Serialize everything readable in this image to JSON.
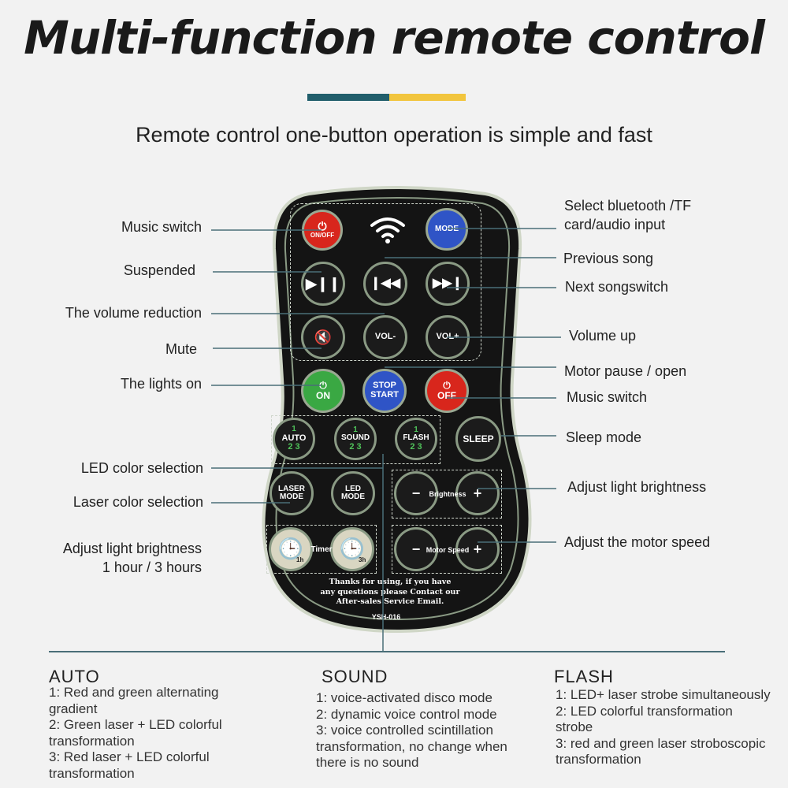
{
  "title": "Multi-function remote control",
  "subtitle": "Remote control one-button operation is simple and fast",
  "colors": {
    "accent_teal": "#215e6b",
    "accent_yellow": "#f2c53d",
    "red": "#d8261c",
    "blue": "#2f54c6",
    "green": "#3aa843"
  },
  "labels": {
    "music_switch_left": "Music switch",
    "suspended": "Suspended",
    "volume_reduction": "The volume reduction",
    "mute": "Mute",
    "lights_on": "The lights on",
    "led_color_selection": "LED color selection",
    "laser_color_selection": "Laser color selection",
    "adjust_light_timer_1": "Adjust light brightness",
    "adjust_light_timer_2": "1 hour / 3 hours",
    "select_bluetooth_1": "Select bluetooth /TF",
    "select_bluetooth_2": "card/audio input",
    "previous_song": "Previous song",
    "next_song": "Next songswitch",
    "volume_up": "Volume up",
    "motor_pause": "Motor pause / open",
    "music_switch_right": "Music switch",
    "sleep_mode": "Sleep mode",
    "adjust_brightness": "Adjust light brightness",
    "adjust_motor": "Adjust the motor speed"
  },
  "remote": {
    "on_off_label": "ON/OFF",
    "mode_label": "MODE",
    "vol_down": "VOL-",
    "vol_up": "VOL+",
    "on": "ON",
    "stop": "STOP",
    "start": "START",
    "off": "OFF",
    "auto": "AUTO",
    "sound": "SOUND",
    "flash": "FLASH",
    "sleep": "SLEEP",
    "n1": "1",
    "n2": "2",
    "n3": "3",
    "laser": "LASER",
    "mode_word": "MODE",
    "led": "LED",
    "brightness": "Brightness",
    "motor_speed": "Motor Speed",
    "timer": "Timer",
    "h1": "1h",
    "h3": "3h",
    "minus": "−",
    "plus": "+",
    "note_1": "Thanks for using, if you have",
    "note_2": "any questions please Contact our",
    "note_3": "After-sales Service Email.",
    "model": "YSH-016"
  },
  "columns": {
    "auto": {
      "title": "AUTO",
      "lines": [
        "1: Red and green alternating",
        "gradient",
        "2: Green laser + LED colorful",
        "transformation",
        "3: Red laser + LED colorful",
        "transformation"
      ]
    },
    "sound": {
      "title": "SOUND",
      "lines": [
        "1: voice-activated disco mode",
        "2: dynamic voice control mode",
        "3: voice controlled scintillation",
        "transformation, no change when",
        "there is no sound"
      ]
    },
    "flash": {
      "title": "FLASH",
      "lines": [
        "1: LED+ laser strobe simultaneously",
        "2: LED colorful transformation",
        "strobe",
        "3: red and green laser stroboscopic",
        "transformation"
      ]
    }
  }
}
